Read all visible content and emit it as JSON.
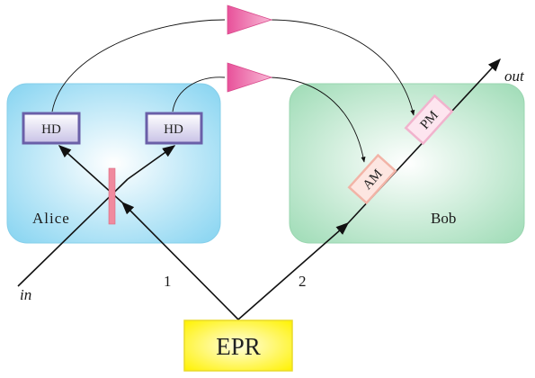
{
  "alice": {
    "label": "Alice",
    "color": "#8fd7f2"
  },
  "bob": {
    "label": "Bob",
    "color": "#a5debb"
  },
  "detectors": [
    {
      "label": "HD",
      "color": "#8f85c4"
    },
    {
      "label": "HD",
      "color": "#8f85c4"
    }
  ],
  "modulators": {
    "am": {
      "label": "AM",
      "color": "#fcd3cb"
    },
    "pm": {
      "label": "PM",
      "color": "#fbd1e2"
    }
  },
  "source": {
    "label": "EPR",
    "color": "#fff200"
  },
  "beams": {
    "input": "in",
    "output": "out",
    "mode1": "1",
    "mode2": "2"
  },
  "colors": {
    "amplifier": "#e8519a",
    "beamsplitter": "#f08a9e",
    "line": "#111111"
  }
}
